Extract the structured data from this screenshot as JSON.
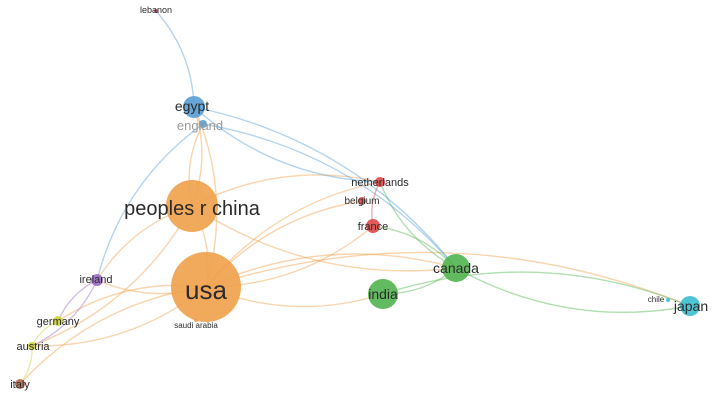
{
  "network": {
    "clusters": {
      "usa_china": "#f0a24e",
      "egypt_england": "#5b9fd6",
      "europe_red": "#e24b4b",
      "canada_india": "#55b552",
      "ireland": "#9c6fc8",
      "germany_austria": "#cfd23b",
      "japan": "#3fc0d0",
      "italy": "#b56e57",
      "lebanon": "#c94f7c"
    },
    "nodes": [
      {
        "id": "usa",
        "label": "usa",
        "cluster": "usa_china",
        "weight": 10
      },
      {
        "id": "china",
        "label": "peoples r china",
        "cluster": "usa_china",
        "weight": 8
      },
      {
        "id": "saudi",
        "label": "saudi arabia",
        "cluster": "usa_china",
        "weight": 0.5
      },
      {
        "id": "egypt",
        "label": "egypt",
        "cluster": "egypt_england",
        "weight": 3
      },
      {
        "id": "england",
        "label": "england",
        "cluster": "egypt_england",
        "weight": 1,
        "faded": true
      },
      {
        "id": "lebanon",
        "label": "lebanon",
        "cluster": "lebanon",
        "weight": 0.5
      },
      {
        "id": "netherlands",
        "label": "netherlands",
        "cluster": "europe_red",
        "weight": 1
      },
      {
        "id": "belgium",
        "label": "belgium",
        "cluster": "europe_red",
        "weight": 0.8
      },
      {
        "id": "france",
        "label": "france",
        "cluster": "europe_red",
        "weight": 1.5
      },
      {
        "id": "canada",
        "label": "canada",
        "cluster": "canada_india",
        "weight": 4
      },
      {
        "id": "india",
        "label": "india",
        "cluster": "canada_india",
        "weight": 4
      },
      {
        "id": "japan",
        "label": "japan",
        "cluster": "japan",
        "weight": 2
      },
      {
        "id": "chile",
        "label": "chile",
        "cluster": "japan",
        "weight": 0.5
      },
      {
        "id": "ireland",
        "label": "ireland",
        "cluster": "ireland",
        "weight": 1
      },
      {
        "id": "germany",
        "label": "germany",
        "cluster": "germany_austria",
        "weight": 1
      },
      {
        "id": "austria",
        "label": "austria",
        "cluster": "germany_austria",
        "weight": 0.8
      },
      {
        "id": "italy",
        "label": "italy",
        "cluster": "italy",
        "weight": 0.8
      }
    ],
    "links": [
      [
        "usa",
        "china"
      ],
      [
        "usa",
        "canada"
      ],
      [
        "usa",
        "india"
      ],
      [
        "usa",
        "netherlands"
      ],
      [
        "usa",
        "france"
      ],
      [
        "usa",
        "belgium"
      ],
      [
        "usa",
        "egypt"
      ],
      [
        "usa",
        "ireland"
      ],
      [
        "usa",
        "germany"
      ],
      [
        "usa",
        "austria"
      ],
      [
        "usa",
        "italy"
      ],
      [
        "usa",
        "japan"
      ],
      [
        "china",
        "egypt"
      ],
      [
        "china",
        "england"
      ],
      [
        "china",
        "canada"
      ],
      [
        "china",
        "netherlands"
      ],
      [
        "china",
        "ireland"
      ],
      [
        "china",
        "austria"
      ],
      [
        "egypt",
        "lebanon"
      ],
      [
        "egypt",
        "canada"
      ],
      [
        "egypt",
        "netherlands"
      ],
      [
        "england",
        "canada"
      ],
      [
        "england",
        "ireland"
      ],
      [
        "canada",
        "india"
      ],
      [
        "canada",
        "japan"
      ],
      [
        "canada",
        "netherlands"
      ],
      [
        "canada",
        "france"
      ],
      [
        "india",
        "japan"
      ],
      [
        "ireland",
        "germany"
      ],
      [
        "ireland",
        "austria"
      ],
      [
        "germany",
        "austria"
      ],
      [
        "austria",
        "italy"
      ],
      [
        "netherlands",
        "france"
      ]
    ]
  }
}
